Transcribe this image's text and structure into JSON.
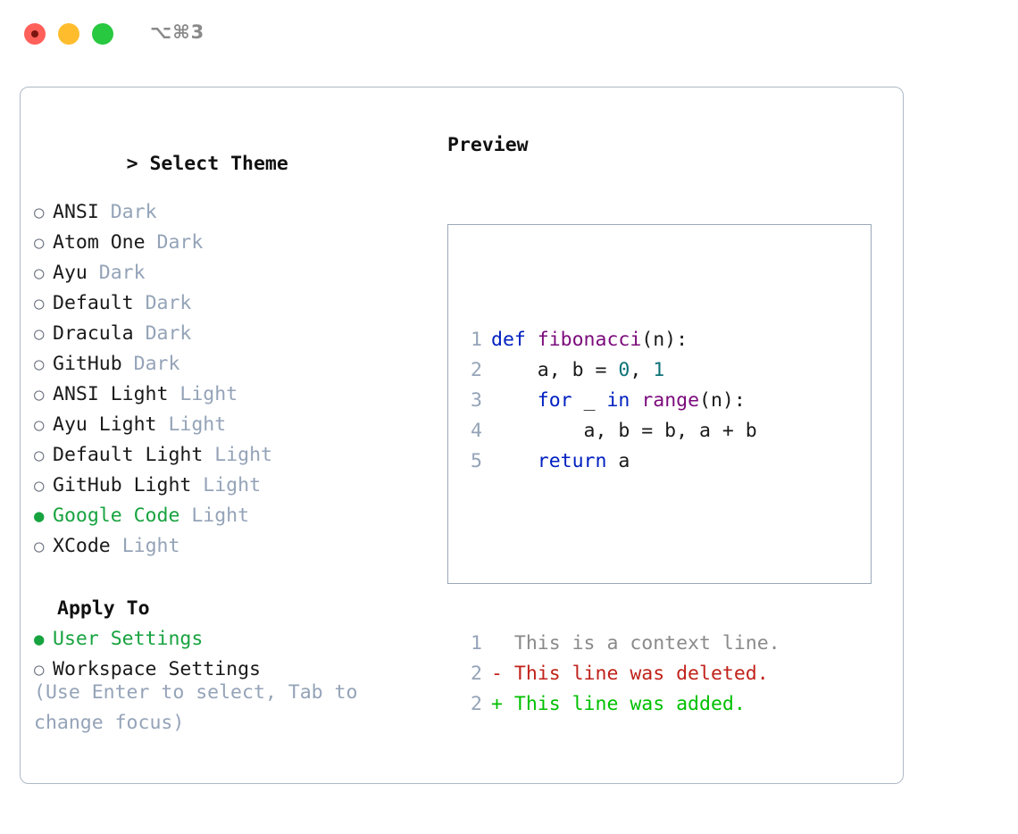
{
  "window": {
    "title": "⌥⌘3",
    "traffic_lights": [
      "close",
      "minimize",
      "maximize"
    ]
  },
  "theme_picker": {
    "heading": "Select Theme",
    "caret": ">",
    "bullet_selected": "●",
    "bullet_unselected": "○",
    "items": [
      {
        "name": "ANSI",
        "variant": "Dark",
        "selected": false
      },
      {
        "name": "Atom One",
        "variant": "Dark",
        "selected": false
      },
      {
        "name": "Ayu",
        "variant": "Dark",
        "selected": false
      },
      {
        "name": "Default",
        "variant": "Dark",
        "selected": false
      },
      {
        "name": "Dracula",
        "variant": "Dark",
        "selected": false
      },
      {
        "name": "GitHub",
        "variant": "Dark",
        "selected": false
      },
      {
        "name": "ANSI Light",
        "variant": "Light",
        "selected": false
      },
      {
        "name": "Ayu Light",
        "variant": "Light",
        "selected": false
      },
      {
        "name": "Default Light",
        "variant": "Light",
        "selected": false
      },
      {
        "name": "GitHub Light",
        "variant": "Light",
        "selected": false
      },
      {
        "name": "Google Code",
        "variant": "Light",
        "selected": true
      },
      {
        "name": "XCode",
        "variant": "Light",
        "selected": false
      }
    ]
  },
  "apply_to": {
    "heading": "Apply To",
    "items": [
      {
        "name": "User Settings",
        "selected": true
      },
      {
        "name": "Workspace Settings",
        "selected": false
      }
    ]
  },
  "hint": "(Use Enter to select, Tab to change focus)",
  "preview": {
    "title": "Preview",
    "code_lines": [
      {
        "num": "1",
        "tokens": [
          {
            "text": "def ",
            "type": "kw"
          },
          {
            "text": "fibonacci",
            "type": "fn"
          },
          {
            "text": "(n):",
            "type": "txt"
          }
        ]
      },
      {
        "num": "2",
        "tokens": [
          {
            "text": "    a, b = ",
            "type": "txt"
          },
          {
            "text": "0",
            "type": "num"
          },
          {
            "text": ", ",
            "type": "txt"
          },
          {
            "text": "1",
            "type": "num"
          }
        ]
      },
      {
        "num": "3",
        "tokens": [
          {
            "text": "    ",
            "type": "txt"
          },
          {
            "text": "for",
            "type": "kw"
          },
          {
            "text": " _ ",
            "type": "txt"
          },
          {
            "text": "in",
            "type": "kw"
          },
          {
            "text": " ",
            "type": "txt"
          },
          {
            "text": "range",
            "type": "fn"
          },
          {
            "text": "(n):",
            "type": "txt"
          }
        ]
      },
      {
        "num": "4",
        "tokens": [
          {
            "text": "        a, b = b, a + b",
            "type": "txt"
          }
        ]
      },
      {
        "num": "5",
        "tokens": [
          {
            "text": "    ",
            "type": "txt"
          },
          {
            "text": "return",
            "type": "kw"
          },
          {
            "text": " a",
            "type": "txt"
          }
        ]
      }
    ],
    "diff_lines": [
      {
        "num": "1",
        "text": "  This is a context line.",
        "type": "ctx"
      },
      {
        "num": "2",
        "text": "- This line was deleted.",
        "type": "del"
      },
      {
        "num": "2",
        "text": "+ This line was added.",
        "type": "add"
      }
    ]
  },
  "colors": {
    "selection_green": "#17a33f",
    "variant_gray": "#94a3b8",
    "keyword_blue": "#0020c0",
    "function_purple": "#7b0a7b",
    "number_teal": "#0d7377",
    "diff_deleted_red": "#c0221b",
    "diff_added_green": "#00c000",
    "border_gray": "#9aa8b8"
  }
}
